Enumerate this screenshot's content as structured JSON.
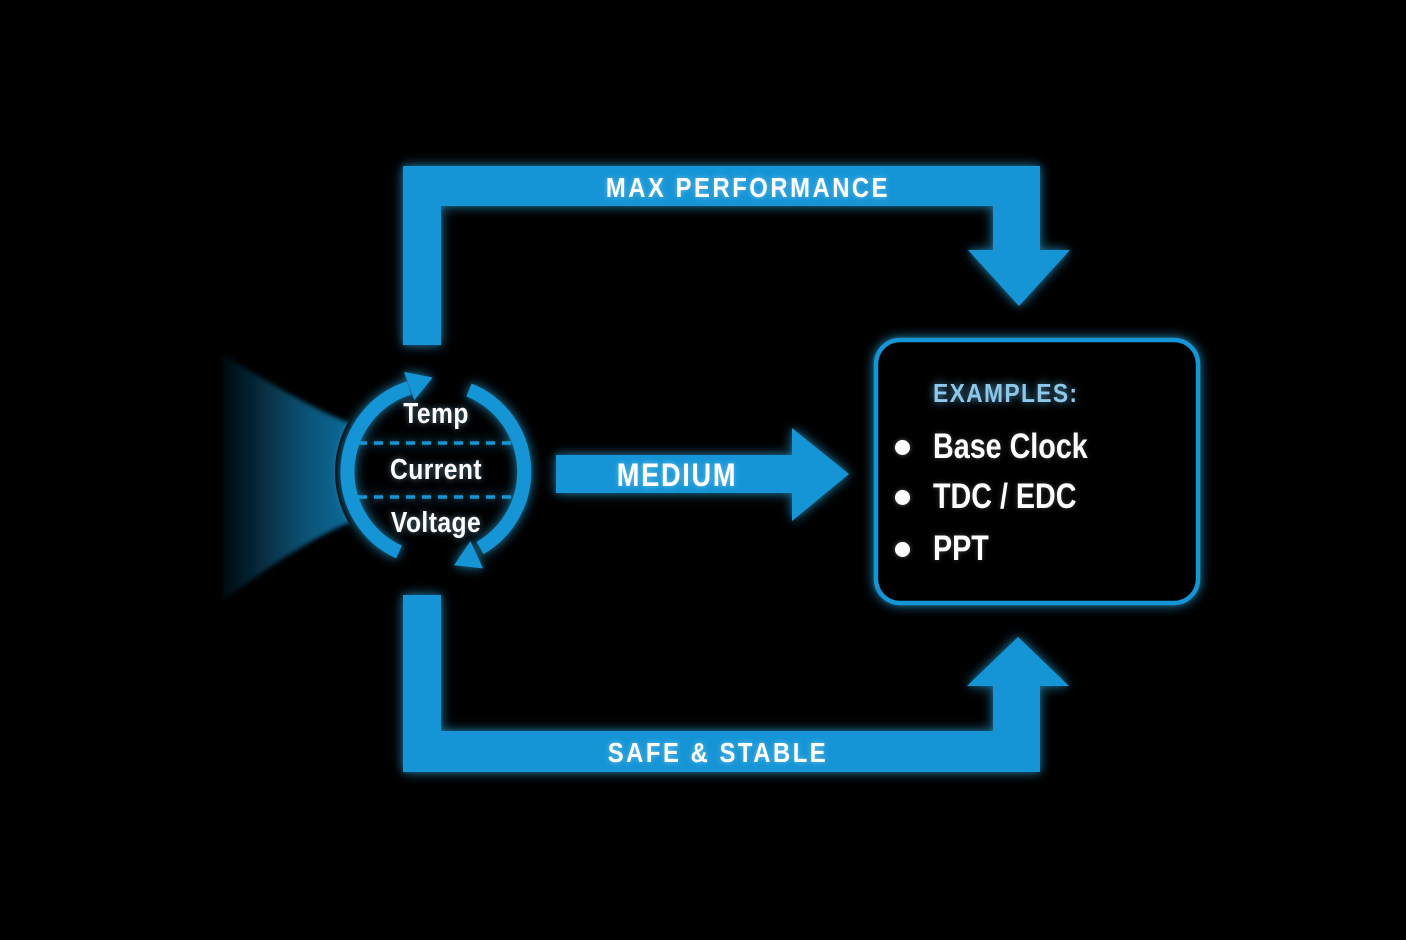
{
  "colors": {
    "accent": "#1595D6",
    "glow": "#35B2F0",
    "heading": "#8FC7EA",
    "text": "#FFFFFF",
    "background": "#000000"
  },
  "cycle": {
    "items": [
      "Temp",
      "Current",
      "Voltage"
    ]
  },
  "flows": {
    "top": "MAX PERFORMANCE",
    "middle": "MEDIUM",
    "bottom": "SAFE & STABLE"
  },
  "examples": {
    "heading": "EXAMPLES:",
    "items": [
      "Base Clock",
      "TDC / EDC",
      "PPT"
    ]
  }
}
